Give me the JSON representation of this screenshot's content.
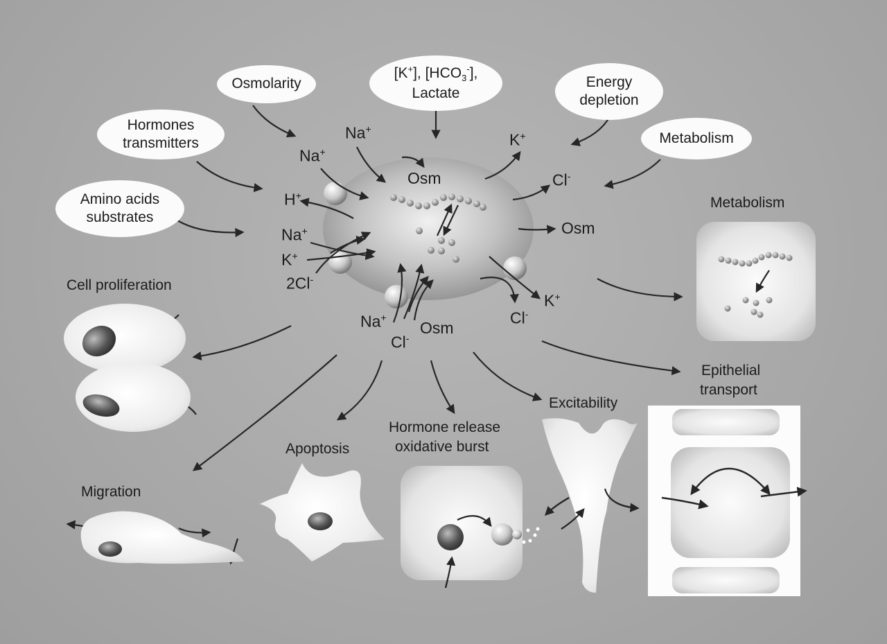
{
  "inputs": {
    "hormones": "Hormones transmitters",
    "osmolarity": "Osmolarity",
    "ions_top_1": "[K",
    "ions_top_2": "], [HCO",
    "ions_top_3": "],",
    "ions_top_lactate": "Lactate",
    "energy": "Energy depletion",
    "metabolism": "Metabolism",
    "amino": "Amino acids substrates"
  },
  "ions": {
    "na": "Na",
    "k": "K",
    "cl": "Cl",
    "h": "H",
    "two_cl": "2Cl",
    "osm": "Osm",
    "plus": "+",
    "minus": "-",
    "sub3": "3"
  },
  "outcomes": {
    "metabolism": "Metabolism",
    "cell_proliferation": "Cell proliferation",
    "epithelial_1": "Epithelial",
    "epithelial_2": "transport",
    "excitability": "Excitability",
    "hormone_1": "Hormone release",
    "hormone_2": "oxidative burst",
    "apoptosis": "Apoptosis",
    "migration": "Migration"
  }
}
